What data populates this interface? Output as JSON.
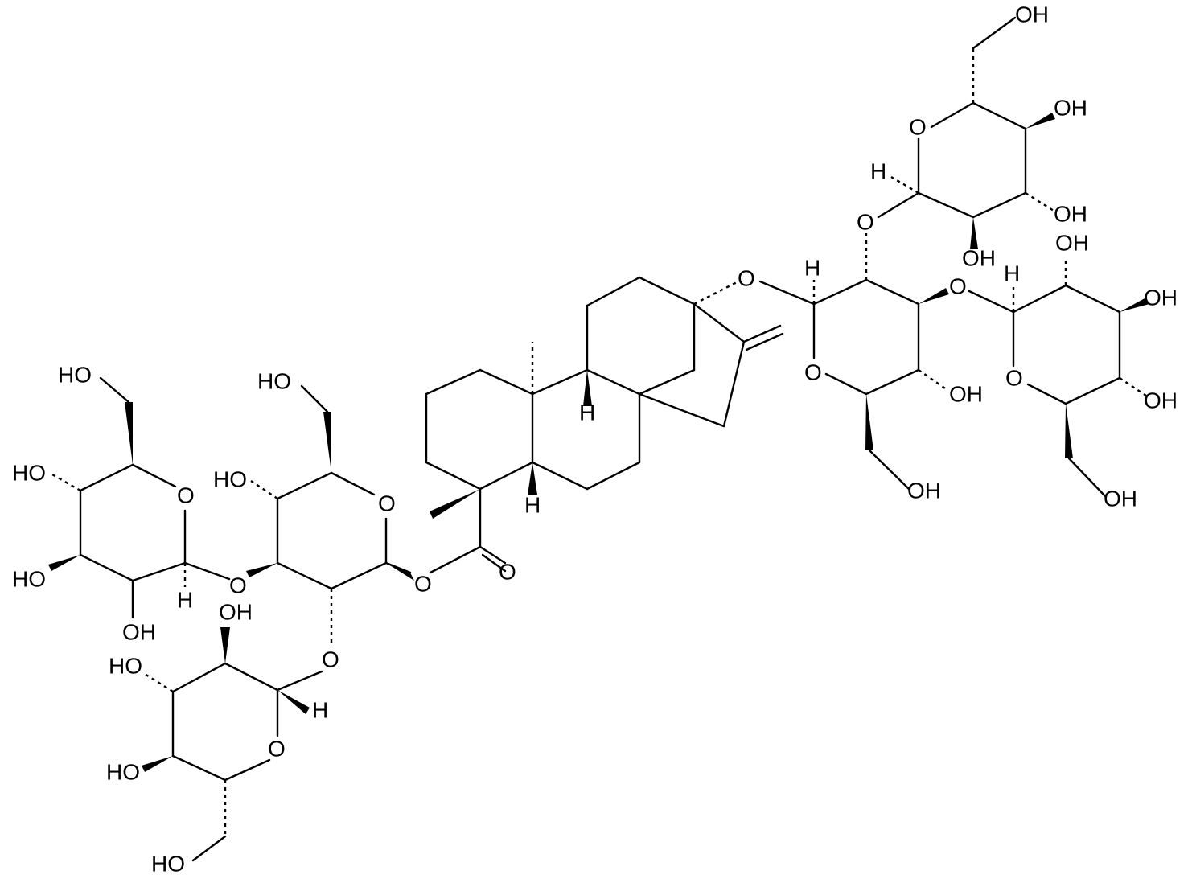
{
  "diagram": {
    "type": "chemical-structure",
    "labels": {
      "oh": "OH",
      "ho": "HO",
      "o": "O",
      "h": "H"
    }
  }
}
